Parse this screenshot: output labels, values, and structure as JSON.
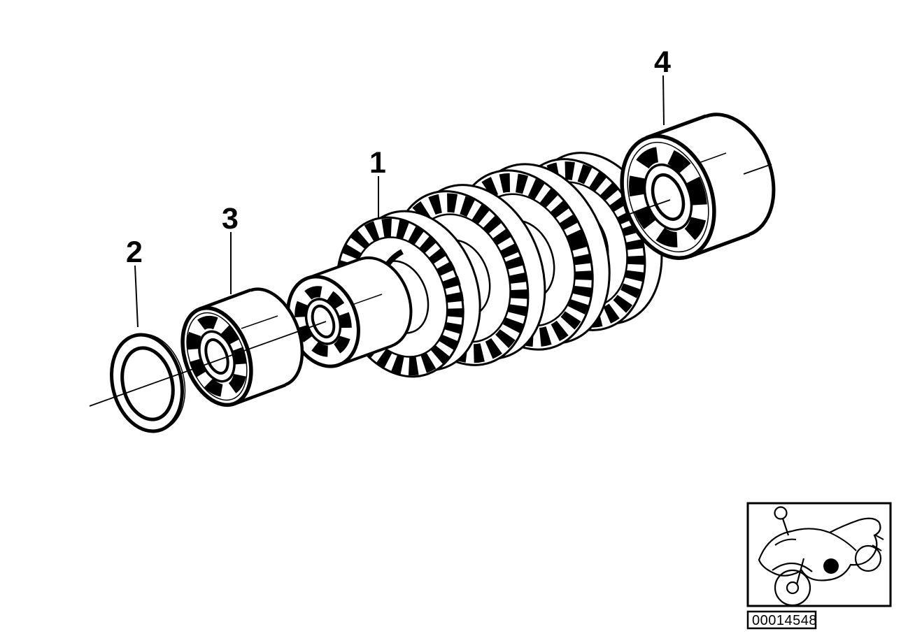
{
  "page": {
    "background_color": "#ffffff",
    "ink_color": "#000000"
  },
  "diagram": {
    "kind": "exploded-parts-line-drawing",
    "callouts": [
      {
        "label": "1"
      },
      {
        "label": "2"
      },
      {
        "label": "3"
      },
      {
        "label": "4"
      }
    ]
  },
  "footer": {
    "vehicle_icon": "motorcycle-icon",
    "image_number": "00014548"
  }
}
